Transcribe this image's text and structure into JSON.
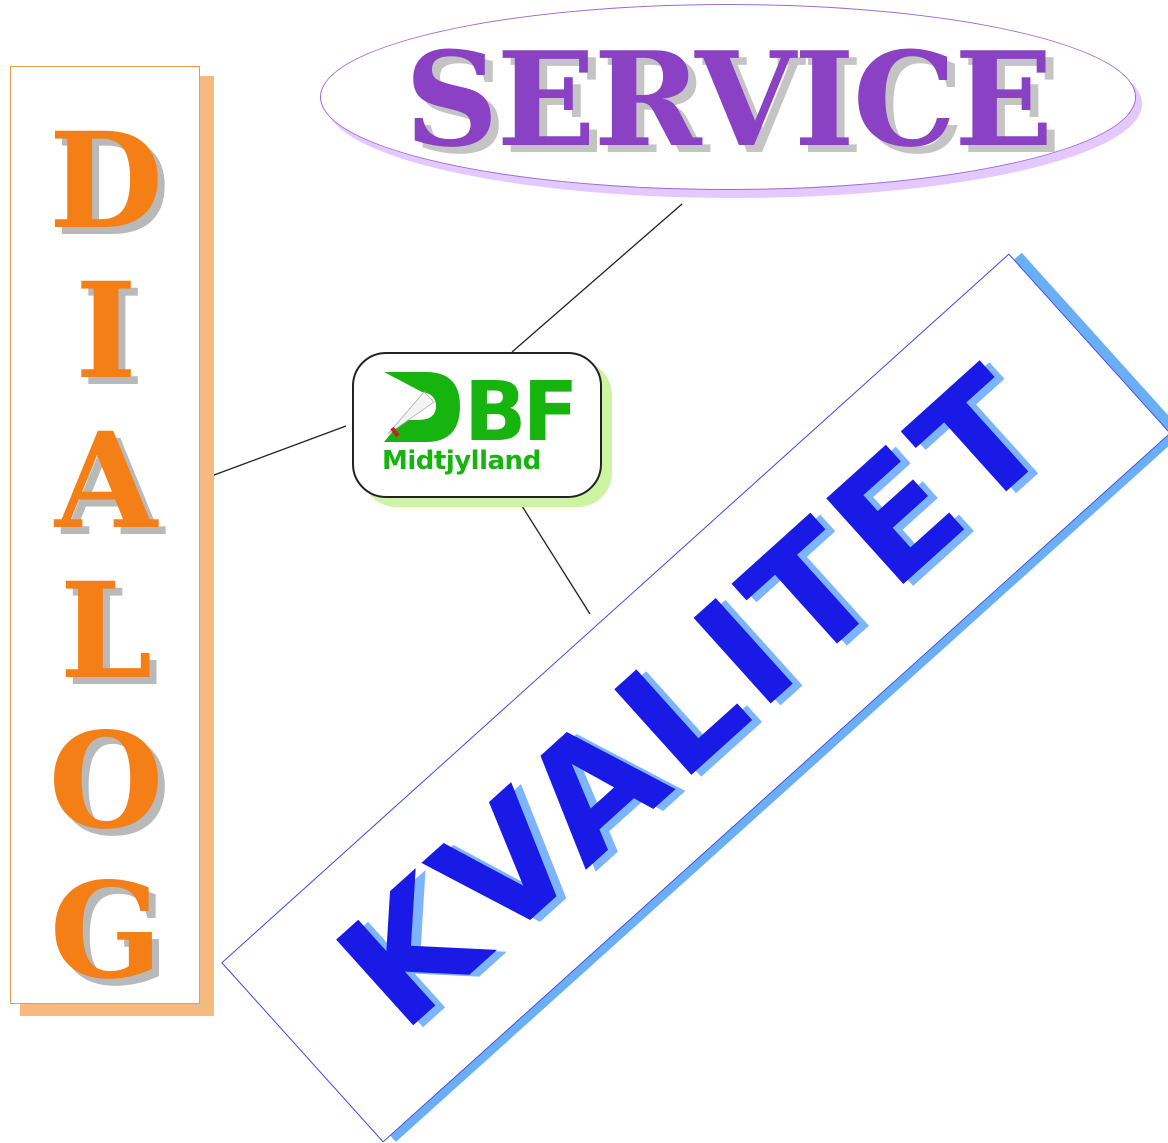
{
  "service": {
    "label": "SERVICE",
    "color": "#8a41c4"
  },
  "dialog": {
    "letters": [
      "D",
      "I",
      "A",
      "L",
      "O",
      "G"
    ],
    "color": "#f57f17"
  },
  "quality": {
    "label": "KVALITET",
    "color": "#1a1ae6"
  },
  "logo": {
    "wordmark": "DBF",
    "subtitle": "Midtjylland",
    "brand_color": "#17b40f",
    "icon": "shuttlecock-icon"
  }
}
